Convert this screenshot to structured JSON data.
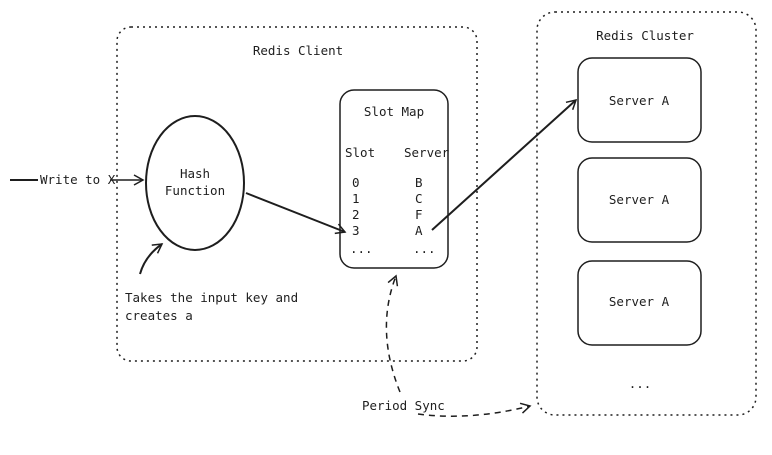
{
  "client": {
    "title": "Redis Client"
  },
  "cluster": {
    "title": "Redis Cluster",
    "servers": [
      "Server A",
      "Server A",
      "Server A"
    ],
    "more": "..."
  },
  "input_label": "Write to X",
  "hash": {
    "line1": "Hash",
    "line2": "Function"
  },
  "hash_note": {
    "line1": "Takes the input key and",
    "line2": "creates a"
  },
  "slot_map": {
    "title": "Slot Map",
    "col_slot": "Slot",
    "col_server": "Server",
    "rows": [
      {
        "slot": "0",
        "server": "B"
      },
      {
        "slot": "1",
        "server": "C"
      },
      {
        "slot": "2",
        "server": "F"
      },
      {
        "slot": "3",
        "server": "A"
      },
      {
        "slot": "...",
        "server": "..."
      }
    ]
  },
  "sync_label": "Period Sync"
}
